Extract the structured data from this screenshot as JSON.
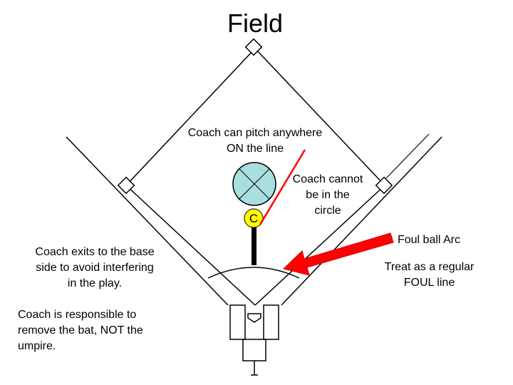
{
  "title": "Field",
  "labels": {
    "pitch_anywhere": [
      "Coach can pitch anywhere",
      "ON the line"
    ],
    "not_in_circle": [
      "Coach cannot",
      "be in the",
      "circle"
    ],
    "coach_letter": "C",
    "foul_arc": "Foul ball Arc",
    "foul_line": [
      "Treat as a regular",
      "FOUL line"
    ],
    "coach_exits": [
      "Coach exits to the base",
      "side to avoid interfering",
      "in the play."
    ],
    "responsible": [
      "Coach is responsible to",
      "remove the bat, NOT the",
      "umpire."
    ]
  },
  "colors": {
    "arrow": "#ff0000",
    "circle_fill": "#a8dede",
    "coach_fill": "#ffff00",
    "line": "#000000"
  }
}
